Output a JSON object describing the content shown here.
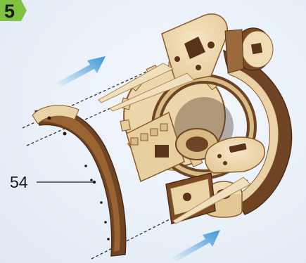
{
  "step": {
    "number": "5"
  },
  "callouts": [
    {
      "label": "54",
      "part": "curved-wooden-arc"
    }
  ],
  "colors": {
    "step_badge": "#7fc241",
    "arrow": "#4aa3df",
    "wood_light": "#f0dcb4",
    "wood_dark": "#7a4a26",
    "wood_edge": "#5a3418"
  }
}
